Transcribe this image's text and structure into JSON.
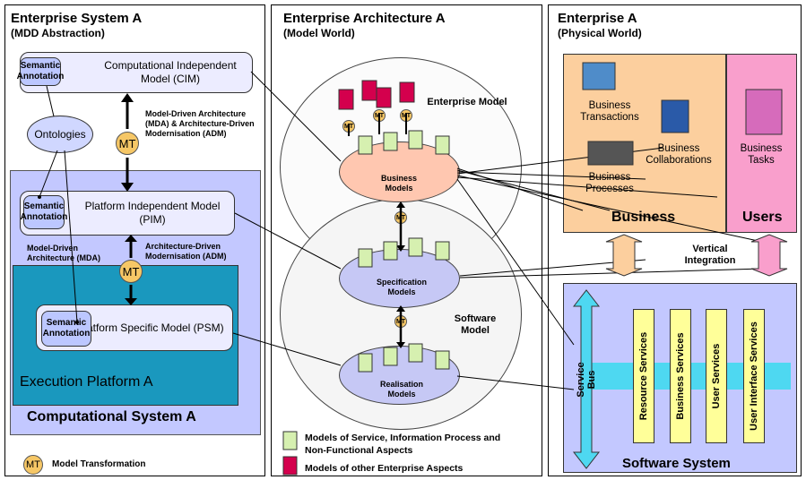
{
  "left": {
    "title": "Enterprise System A",
    "subtitle": "(MDD Abstraction)",
    "cim": "Computational Independent Model (CIM)",
    "pim": "Platform Independent Model (PIM)",
    "psm": "Platform Specific Model (PSM)",
    "semantic": "Semantic Annotation",
    "ontologies": "Ontologies",
    "mt": "MT",
    "label_top_right": "Model-Driven Architecture (MDA) & Architecture-Driven Modernisation (ADM)",
    "label_bottom_left": "Model-Driven Architecture (MDA)",
    "label_bottom_right": "Architecture-Driven Modernisation (ADM)",
    "execution_platform": "Execution Platform A",
    "computational_system": "Computational System A",
    "legend_label": "Model Transformation"
  },
  "middle": {
    "title": "Enterprise Architecture A",
    "subtitle": "(Model World)",
    "enterprise_model": "Enterprise Model",
    "software_model": "Software Model",
    "business_models": "Business Models",
    "specification_models": "Specification Models",
    "realisation_models": "Realisation Models",
    "mt": "MT",
    "legend_service": "Models of Service, Information Process and Non-Functional Aspects",
    "legend_other": "Models of other Enterprise Aspects"
  },
  "right": {
    "title": "Enterprise A",
    "subtitle": "(Physical World)",
    "business_transactions": "Business Transactions",
    "business_collaborations": "Business Collaborations",
    "business_processes": "Business Processes",
    "business_tasks": "Business Tasks",
    "business": "Business",
    "users": "Users",
    "vertical_integration": "Vertical Integration",
    "service_bus": "Service Bus",
    "services": [
      "Resource Services",
      "Business Services",
      "User Services",
      "User Interface Services"
    ],
    "software_system": "Software System"
  }
}
